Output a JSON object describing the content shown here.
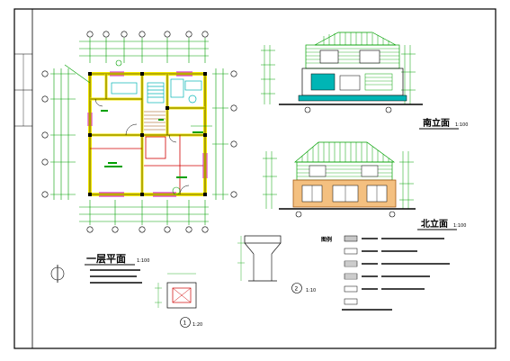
{
  "drawing": {
    "ground_floor_plan_title": "一层平面",
    "ground_floor_plan_scale": "1:100",
    "south_elevation_title": "南立面",
    "south_elevation_scale": "1:100",
    "north_elevation_title": "北立面",
    "north_elevation_scale": "1:100",
    "detail_1_number": "1",
    "detail_1_scale": "1:20",
    "detail_2_number": "2",
    "detail_2_scale": "1:10",
    "legend_title": "图例",
    "colors": {
      "line": "#000000",
      "green": "#00a000",
      "cyan": "#00b5b5",
      "red": "#d00000",
      "yellow": "#f2e600",
      "magenta": "#c800c8",
      "brown": "#9a4b00",
      "orange": "#e07000"
    }
  }
}
